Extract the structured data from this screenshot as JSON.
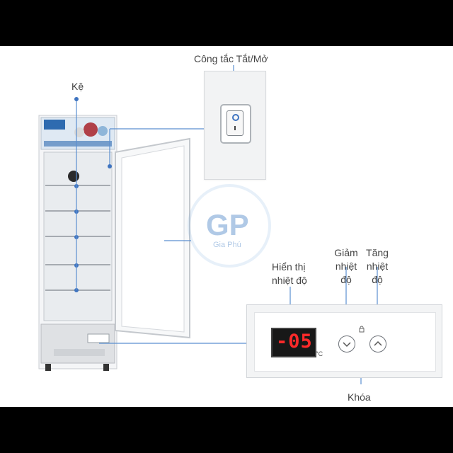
{
  "labels": {
    "shelf": "Kệ",
    "power_switch": "Công tắc Tắt/Mở",
    "display": [
      "Hiển thị",
      "nhiệt độ"
    ],
    "decrease": [
      "Giảm",
      "nhiệt",
      "độ"
    ],
    "increase": [
      "Tăng",
      "nhiệt",
      "độ"
    ],
    "lock": "Khóa"
  },
  "display_panel": {
    "digits": "-05",
    "unit": "°C"
  },
  "watermark": "Gia Phú",
  "colors": {
    "leader_line": "#5b8fd0",
    "digit_red": "#ff2a2a",
    "watermark_blue": "#1e63b8"
  },
  "icons": [
    "chevron-down-icon",
    "chevron-up-icon",
    "lock-icon"
  ]
}
